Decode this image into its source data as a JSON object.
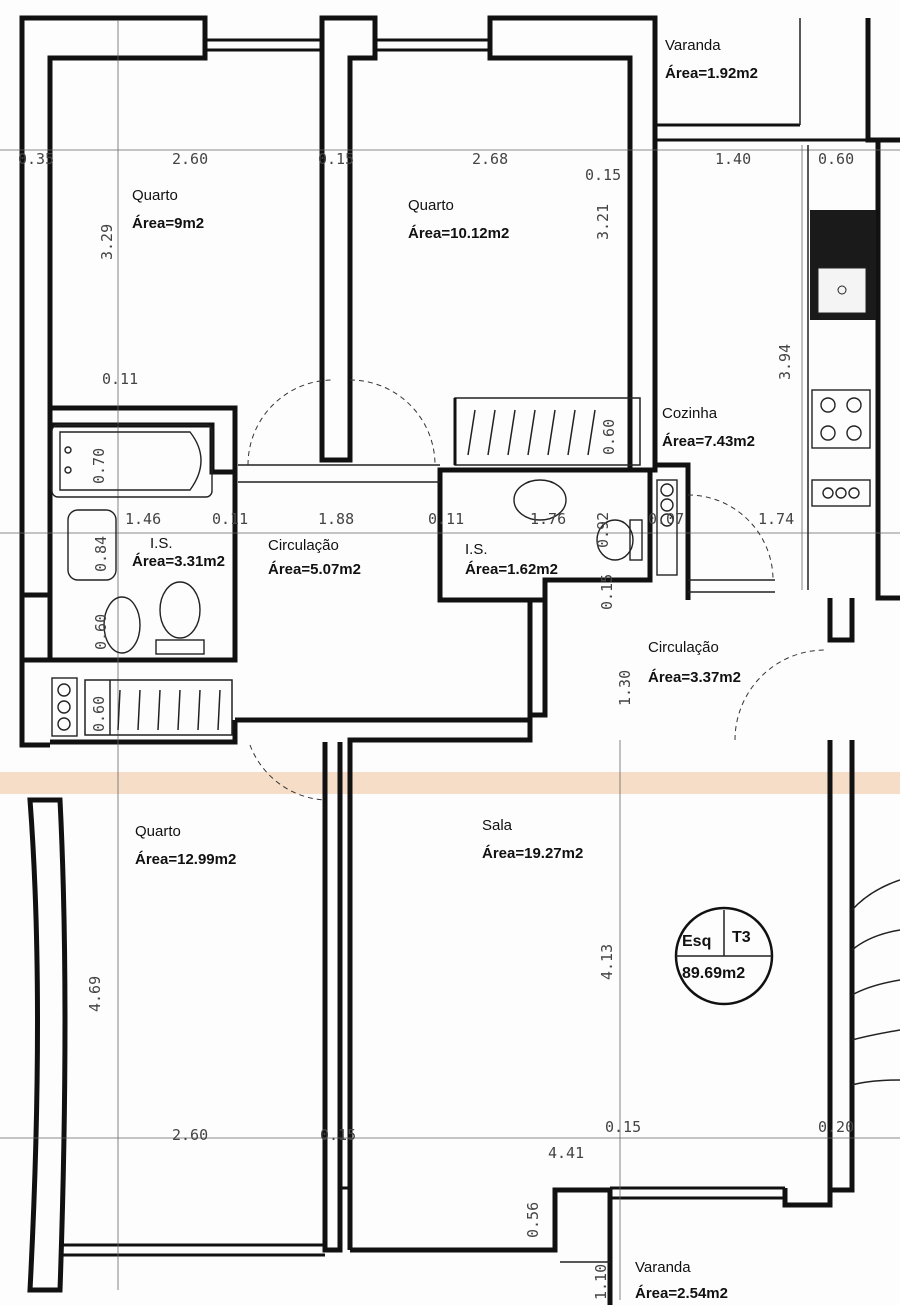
{
  "rooms": [
    {
      "id": "quarto-1",
      "name": "Quarto",
      "area": "Área=9m2"
    },
    {
      "id": "quarto-2",
      "name": "Quarto",
      "area": "Área=10.12m2"
    },
    {
      "id": "varanda-1",
      "name": "Varanda",
      "area": "Área=1.92m2"
    },
    {
      "id": "cozinha",
      "name": "Cozinha",
      "area": "Área=7.43m2"
    },
    {
      "id": "is-1",
      "name": "I.S.",
      "area": "Área=3.31m2"
    },
    {
      "id": "circulacao-1",
      "name": "Circulação",
      "area": "Área=5.07m2"
    },
    {
      "id": "is-2",
      "name": "I.S.",
      "area": "Área=1.62m2"
    },
    {
      "id": "circulacao-2",
      "name": "Circulação",
      "area": "Área=3.37m2"
    },
    {
      "id": "quarto-3",
      "name": "Quarto",
      "area": "Área=12.99m2"
    },
    {
      "id": "sala",
      "name": "Sala",
      "area": "Área=19.27m2"
    },
    {
      "id": "varanda-2",
      "name": "Varanda",
      "area": "Área=2.54m2"
    }
  ],
  "dimensions": [
    {
      "id": "d-035",
      "text": "0.35"
    },
    {
      "id": "d-260-top",
      "text": "2.60"
    },
    {
      "id": "d-015-a",
      "text": "0.15"
    },
    {
      "id": "d-268",
      "text": "2.68"
    },
    {
      "id": "d-015-b",
      "text": "0.15"
    },
    {
      "id": "d-329",
      "text": "3.29"
    },
    {
      "id": "d-321",
      "text": "3.21"
    },
    {
      "id": "d-140",
      "text": "1.40"
    },
    {
      "id": "d-060-kitchen",
      "text": "0.60"
    },
    {
      "id": "d-394",
      "text": "3.94"
    },
    {
      "id": "d-011",
      "text": "0.11"
    },
    {
      "id": "d-070",
      "text": "0.70"
    },
    {
      "id": "d-060-closet",
      "text": "0.60"
    },
    {
      "id": "d-146",
      "text": "1.46"
    },
    {
      "id": "d-011-b",
      "text": "0.11"
    },
    {
      "id": "d-188",
      "text": "1.88"
    },
    {
      "id": "d-011-c",
      "text": "0.11"
    },
    {
      "id": "d-176",
      "text": "1.76"
    },
    {
      "id": "d-092",
      "text": "0.92"
    },
    {
      "id": "d-007",
      "text": "0.07"
    },
    {
      "id": "d-174",
      "text": "1.74"
    },
    {
      "id": "d-084",
      "text": "0.84"
    },
    {
      "id": "d-015-c",
      "text": "0.15"
    },
    {
      "id": "d-060-bath",
      "text": "0.60"
    },
    {
      "id": "d-060-closet2",
      "text": "0.60"
    },
    {
      "id": "d-130",
      "text": "1.30"
    },
    {
      "id": "d-469",
      "text": "4.69"
    },
    {
      "id": "d-413",
      "text": "4.13"
    },
    {
      "id": "d-260-bottom",
      "text": "2.60"
    },
    {
      "id": "d-015-d",
      "text": "0.15"
    },
    {
      "id": "d-015-e",
      "text": "0.15"
    },
    {
      "id": "d-020",
      "text": "0.20"
    },
    {
      "id": "d-441",
      "text": "4.41"
    },
    {
      "id": "d-056",
      "text": "0.56"
    },
    {
      "id": "d-110",
      "text": "1.10"
    }
  ],
  "badge": {
    "line1": "Esq",
    "line2": "T3",
    "total": "89.69m2"
  }
}
